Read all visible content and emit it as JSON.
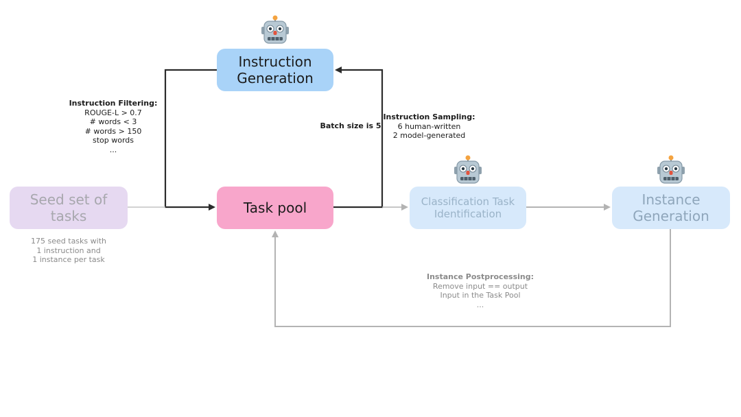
{
  "nodes": {
    "instruction_generation": {
      "line1": "Instruction",
      "line2": "Generation"
    },
    "task_pool": {
      "label": "Task pool"
    },
    "seed_set": {
      "line1": "Seed set of",
      "line2": "tasks"
    },
    "classification": {
      "line1": "Classification Task",
      "line2": "Identification"
    },
    "instance_generation": {
      "line1": "Instance",
      "line2": "Generation"
    }
  },
  "notes": {
    "instruction_filtering": {
      "heading": "Instruction Filtering:",
      "lines": [
        "ROUGE-L > 0.7",
        "# words < 3",
        "# words > 150",
        "stop words",
        "..."
      ]
    },
    "instruction_sampling": {
      "heading": "Instruction Sampling:",
      "lines": [
        "6 human-written",
        "2 model-generated"
      ]
    },
    "batch_size": "Batch size is 5",
    "seed_description": {
      "lines": [
        "175 seed tasks with",
        "1 instruction and",
        "1 instance per task"
      ]
    },
    "instance_postprocessing": {
      "heading": "Instance Postprocessing:",
      "lines": [
        "Remove input == output",
        "Input in the Task Pool",
        "..."
      ]
    }
  },
  "icons": [
    "robot-icon",
    "robot-icon",
    "robot-icon"
  ],
  "colors": {
    "instruction_generation": "#a9d3f8",
    "task_pool": "#f8a6cb",
    "seed_set": "#e6d9f1",
    "classification": "#d7e9fb",
    "instance_generation": "#d7e9fb",
    "dark_arrow": "#2b2b2b",
    "light_arrow": "#b3b3b3"
  }
}
